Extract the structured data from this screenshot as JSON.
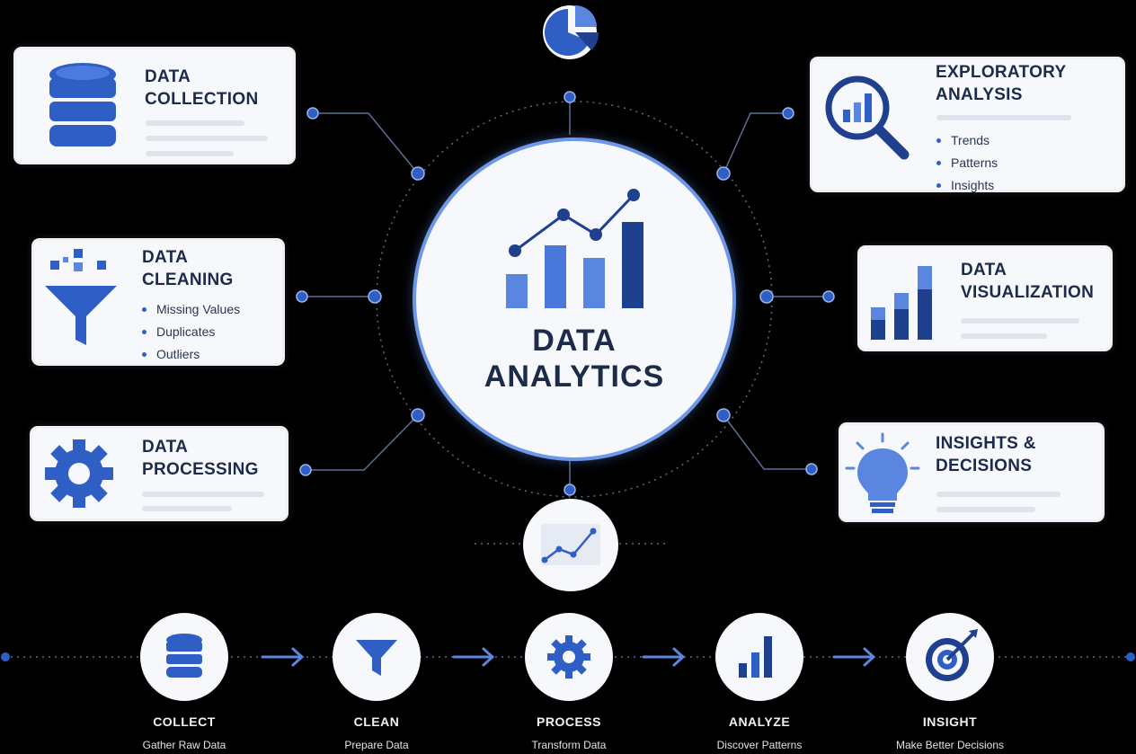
{
  "hub": {
    "title": "DATA\nANALYTICS"
  },
  "cards": {
    "collection": {
      "title": "DATA\nCOLLECTION",
      "icon": "database-icon"
    },
    "cleaning": {
      "title": "DATA\nCLEANING",
      "icon": "funnel-icon",
      "items": [
        "Missing Values",
        "Duplicates",
        "Outliers"
      ]
    },
    "processing": {
      "title": "DATA\nPROCESSING",
      "icon": "gear-icon"
    },
    "exploratory": {
      "title": "EXPLORATORY\nANALYSIS",
      "icon": "magnifier-chart-icon",
      "items": [
        "Trends",
        "Patterns",
        "Insights"
      ]
    },
    "visualization": {
      "title": "DATA\nVISUALIZATION",
      "icon": "bar-chart-icon"
    },
    "insights": {
      "title": "INSIGHTS &\nDECISIONS",
      "icon": "lightbulb-icon"
    }
  },
  "steps": [
    {
      "label": "COLLECT",
      "sub": "Gather Raw Data",
      "icon": "database-icon"
    },
    {
      "label": "CLEAN",
      "sub": "Prepare Data",
      "icon": "funnel-icon"
    },
    {
      "label": "PROCESS",
      "sub": "Transform Data",
      "icon": "gear-icon"
    },
    {
      "label": "ANALYZE",
      "sub": "Discover Patterns",
      "icon": "bar-chart-icon"
    },
    {
      "label": "INSIGHT",
      "sub": "Make Better Decisions",
      "icon": "target-icon"
    }
  ],
  "colors": {
    "primary": "#2f5fc4",
    "dark": "#1f3f8f",
    "light": "#5b86e0",
    "text": "#1c2b4a",
    "ring": "#6f97e8"
  }
}
